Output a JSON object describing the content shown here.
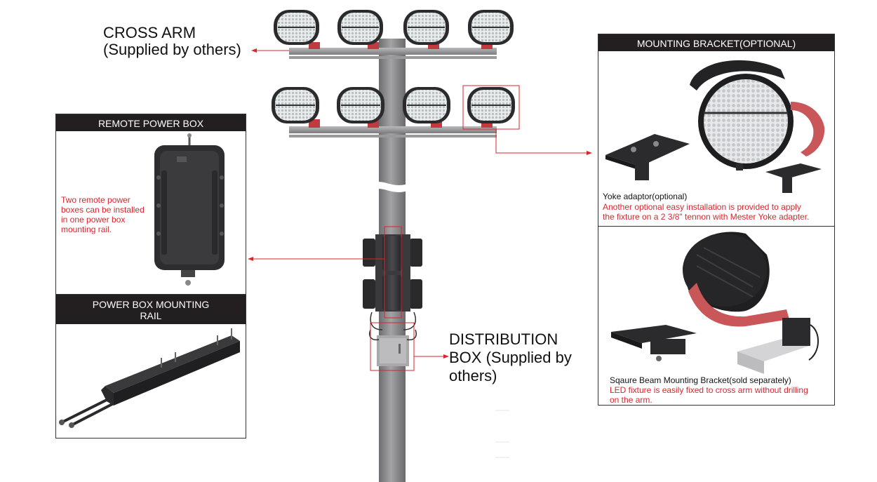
{
  "cross_arm": {
    "line1": "CROSS ARM",
    "line2": "(Supplied by others)"
  },
  "distribution_box": {
    "line1": "DISTRIBUTION",
    "line2": "BOX (Supplied by",
    "line3": "others)"
  },
  "remote_power_box": {
    "title": "REMOTE POWER BOX",
    "note": [
      "Two remote power",
      "boxes can be installed",
      "in one power box",
      "mounting rail."
    ]
  },
  "power_box_mounting_rail": {
    "title_line1": "POWER BOX MOUNTING",
    "title_line2": "RAIL"
  },
  "mounting_bracket": {
    "title": "MOUNTING BRACKET(OPTIONAL)",
    "yoke_caption": "Yoke adaptor(optional)",
    "yoke_note_line1": "Another optional easy installation is provided to apply",
    "yoke_note_line2": "the fixture on a 2 3/8\" tennon with Mester Yoke adapter.",
    "square_caption": "Sqaure Beam Mounting Bracket(sold separately)",
    "square_note_line1": "LED fixture is easily fixed to cross arm without drilling",
    "square_note_line2": "on the arm."
  },
  "colors": {
    "accent_red": "#d8262e",
    "header_bg": "#231f20",
    "pole_gray": "#8a8a8c"
  }
}
